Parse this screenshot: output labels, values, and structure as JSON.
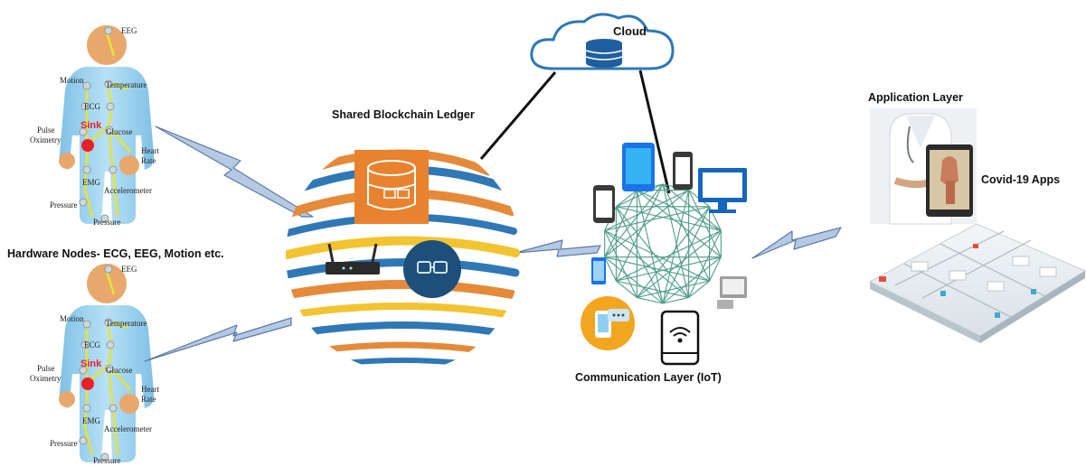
{
  "top_person": {
    "sensors": {
      "eeg": "EEG",
      "motion": "Motion",
      "temperature": "Temperature",
      "ecg": "ECG",
      "sink": "Sink",
      "pulse_line1": "Pulse",
      "pulse_line2": "Oximetry",
      "glucose": "Glucose",
      "heart_line1": "Heart",
      "heart_line2": "Rate",
      "emg": "EMG",
      "accelerometer": "Accelerometer",
      "pressure_left": "Pressure",
      "pressure_bottom": "Pressure"
    }
  },
  "bottom_person": {
    "sensors": {
      "eeg": "EEG",
      "motion": "Motion",
      "temperature": "Temperature",
      "ecg": "ECG",
      "sink": "Sink",
      "pulse_line1": "Pulse",
      "pulse_line2": "Oximetry",
      "glucose": "Glucose",
      "heart_line1": "Heart",
      "heart_line2": "Rate",
      "emg": "EMG",
      "accelerometer": "Accelerometer",
      "pressure_left": "Pressure",
      "pressure_bottom": "Pressure"
    }
  },
  "labels": {
    "hardware_nodes": "Hardware Nodes- ECG, EEG, Motion etc.",
    "shared_ledger": "Shared Blockchain Ledger",
    "cloud": "Cloud",
    "communication_layer": "Communication Layer (IoT)",
    "application_layer": "Application Layer",
    "covid_apps": "Covid-19 Apps"
  },
  "colors": {
    "body_blue": "#9fd3ef",
    "head_tan": "#e8a86c",
    "sensor_yellow": "#e8e23a",
    "sink_red": "#e8202a",
    "globe_blue": "#2f78b5",
    "globe_orange": "#e58a3a",
    "globe_yellow": "#f2c431",
    "mesh_green": "#4f9c88",
    "device_blue": "#1a73e8",
    "bolt_fill": "#b6c9e3",
    "bolt_stroke": "#5b79a8"
  },
  "icons": [
    "database-icon",
    "router-icon",
    "blockchain-chip-icon",
    "tablet-icon",
    "smartphone-icon",
    "monitor-icon",
    "desktop-pc-icon",
    "chat-phone-icon",
    "wifi-phone-icon",
    "lightning-link-icon",
    "cloud-icon",
    "doctor-image",
    "hospital-floor-image"
  ]
}
